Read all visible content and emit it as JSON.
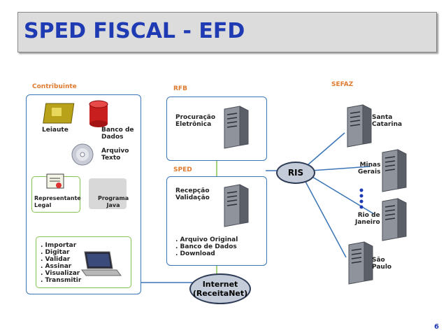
{
  "title": "SPED FISCAL - EFD",
  "sections": {
    "contribuinte": "Contribuinte",
    "rfb": "RFB",
    "sped": "SPED",
    "sefaz": "SEFAZ"
  },
  "contribuinte": {
    "leiaute": "Leiaute",
    "banco_dados": "Banco de\nDados",
    "arquivo_texto": "Arquivo\nTexto",
    "representante": "Representante\nLegal",
    "programa": "Programa\nJava",
    "actions": [
      ". Importar",
      ". Digitar",
      ". Validar",
      ". Assinar",
      ". Visualizar",
      ". Transmitir"
    ]
  },
  "rfb": {
    "procuracao": "Procuração\nEletrônica"
  },
  "sped": {
    "recepcao": "Recepção\nValidação",
    "items": [
      ". Arquivo Original",
      ". Banco de Dados",
      ". Download"
    ]
  },
  "ris": "RIS",
  "internet": "Internet\n(ReceitaNet)",
  "sefaz_states": {
    "santa_catarina": "Santa\nCatarina",
    "minas_gerais": "Minas\nGerais",
    "rio_janeiro": "Rio de\nJaneiro",
    "sao_paulo": "São\nPaulo"
  },
  "page_number": "6",
  "colors": {
    "title": "#1f3bb3",
    "section": "#e07a2e",
    "box_border": "#3b75b6",
    "green_border": "#86c24f"
  }
}
